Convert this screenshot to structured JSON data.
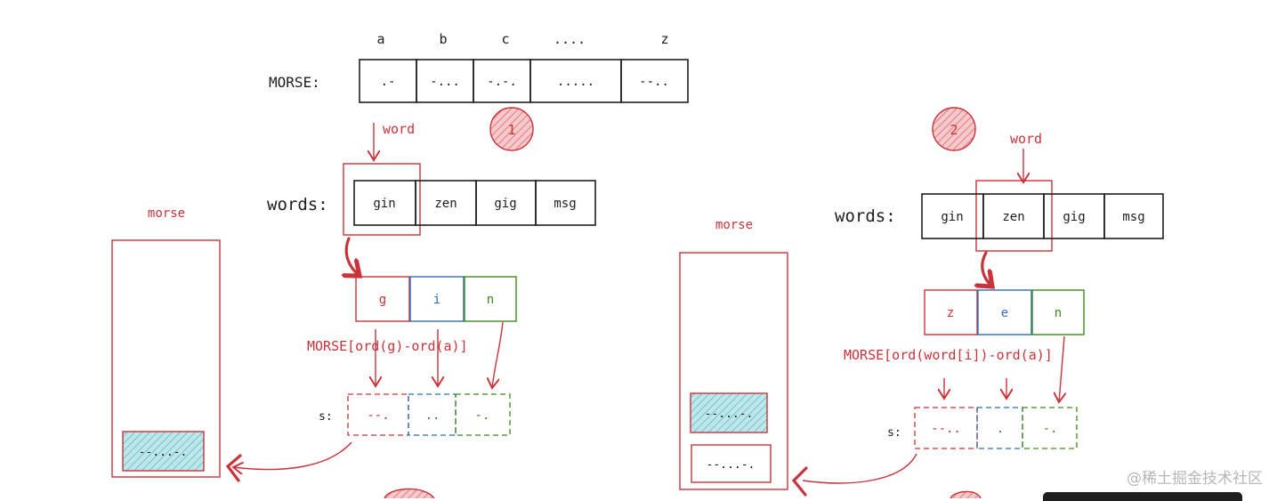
{
  "panel1": {
    "letters": [
      "a",
      "b",
      "c",
      "....",
      "z"
    ],
    "morse_label": "MORSE:",
    "morse_cells": [
      ".-",
      "-...",
      "-.-.",
      ".....",
      "--.."
    ],
    "badge": "1",
    "word_label": "word",
    "words_label": "words:",
    "words": [
      "gin",
      "zen",
      "gig",
      "msg"
    ],
    "chars": [
      "g",
      "i",
      "n"
    ],
    "formula": "MORSE[ord(g)-ord(a)]",
    "s_label": "s:",
    "s_cells": [
      "--.",
      "..",
      "-."
    ],
    "morse_title": "morse",
    "morse_entry": "--...-."
  },
  "panel2": {
    "badge": "2",
    "word_label": "word",
    "words_label": "words:",
    "words": [
      "gin",
      "zen",
      "gig",
      "msg"
    ],
    "chars": [
      "z",
      "e",
      "n"
    ],
    "formula": "MORSE[ord(word[i])-ord(a)]",
    "s_label": "s:",
    "s_cells": [
      "--..",
      ".",
      "-."
    ],
    "morse_title": "morse",
    "morse_entries": [
      "--...-.",
      "--...-."
    ]
  },
  "watermark": "@稀土掘金技术社区"
}
